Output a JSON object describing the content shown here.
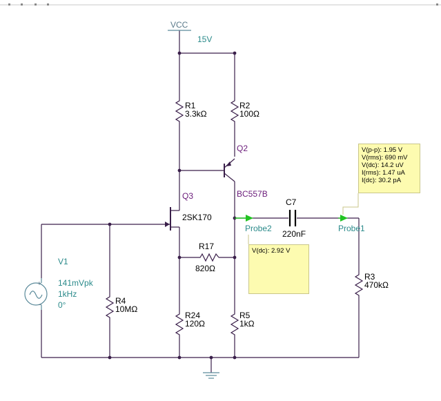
{
  "supply": {
    "name": "VCC",
    "value": "15V"
  },
  "components": {
    "R1": {
      "ref": "R1",
      "value": "3.3kΩ"
    },
    "R2": {
      "ref": "R2",
      "value": "100Ω"
    },
    "R3": {
      "ref": "R3",
      "value": "470kΩ"
    },
    "R4": {
      "ref": "R4",
      "value": "10MΩ"
    },
    "R5": {
      "ref": "R5",
      "value": "1kΩ"
    },
    "R17": {
      "ref": "R17",
      "value": "820Ω"
    },
    "R24": {
      "ref": "R24",
      "value": "120Ω"
    },
    "C7": {
      "ref": "C7",
      "value": "220nF"
    },
    "Q2": {
      "ref": "Q2",
      "part": "BC557B"
    },
    "Q3": {
      "ref": "Q3",
      "part": "2SK170"
    },
    "V1": {
      "ref": "V1",
      "amplitude": "141mVpk",
      "frequency": "1kHz",
      "phase": "0°"
    }
  },
  "probes": {
    "probe1": {
      "name": "Probe1",
      "readings": [
        "V(p-p): 1.95 V",
        "V(rms): 690 mV",
        "V(dc): 14.2 uV",
        "I(rms): 1.47 uA",
        "I(dc): 30.2 pA"
      ]
    },
    "probe2": {
      "name": "Probe2",
      "readings": [
        "V(dc): 2.92 V"
      ]
    }
  },
  "colors": {
    "wire": "#3a1f4a",
    "probe_marker": "#22c322",
    "probe_box_fill": "#fdfbb0",
    "source_stroke": "#5a8a9a"
  }
}
